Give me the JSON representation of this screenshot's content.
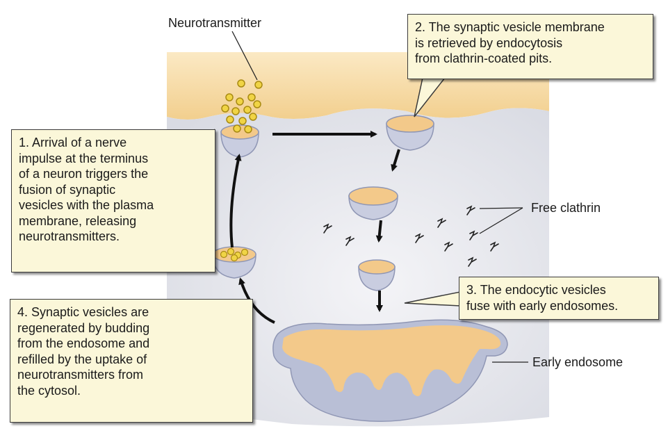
{
  "labels": {
    "neurotransmitter": "Neurotransmitter",
    "free_clathrin": "Free clathrin",
    "early_endosome": "Early endosome"
  },
  "steps": {
    "step1": [
      "1. Arrival of a nerve",
      "impulse at the terminus",
      "of a neuron triggers the",
      "fusion of synaptic",
      "vesicles with the plasma",
      "membrane, releasing",
      "neurotransmitters."
    ],
    "step2": [
      "2. The synaptic vesicle membrane",
      "is retrieved by endocytosis",
      "from clathrin-coated pits."
    ],
    "step3": [
      "3. The endocytic vesicles",
      "fuse with early endosomes."
    ],
    "step4": [
      "4. Synaptic vesicles are",
      "regenerated by budding",
      "from the endosome and",
      "refilled by the uptake of",
      "neurotransmitters from",
      "the cytosol."
    ]
  },
  "colors": {
    "extracellular": "#f6d9a0",
    "cytosol": "#e8e8ec",
    "vesicle_lumen": "#f3c98a",
    "vesicle_membrane": "#b9bfd6",
    "neurotransmitter": "#e8c93c",
    "callout_fill": "#fbf7d9"
  }
}
